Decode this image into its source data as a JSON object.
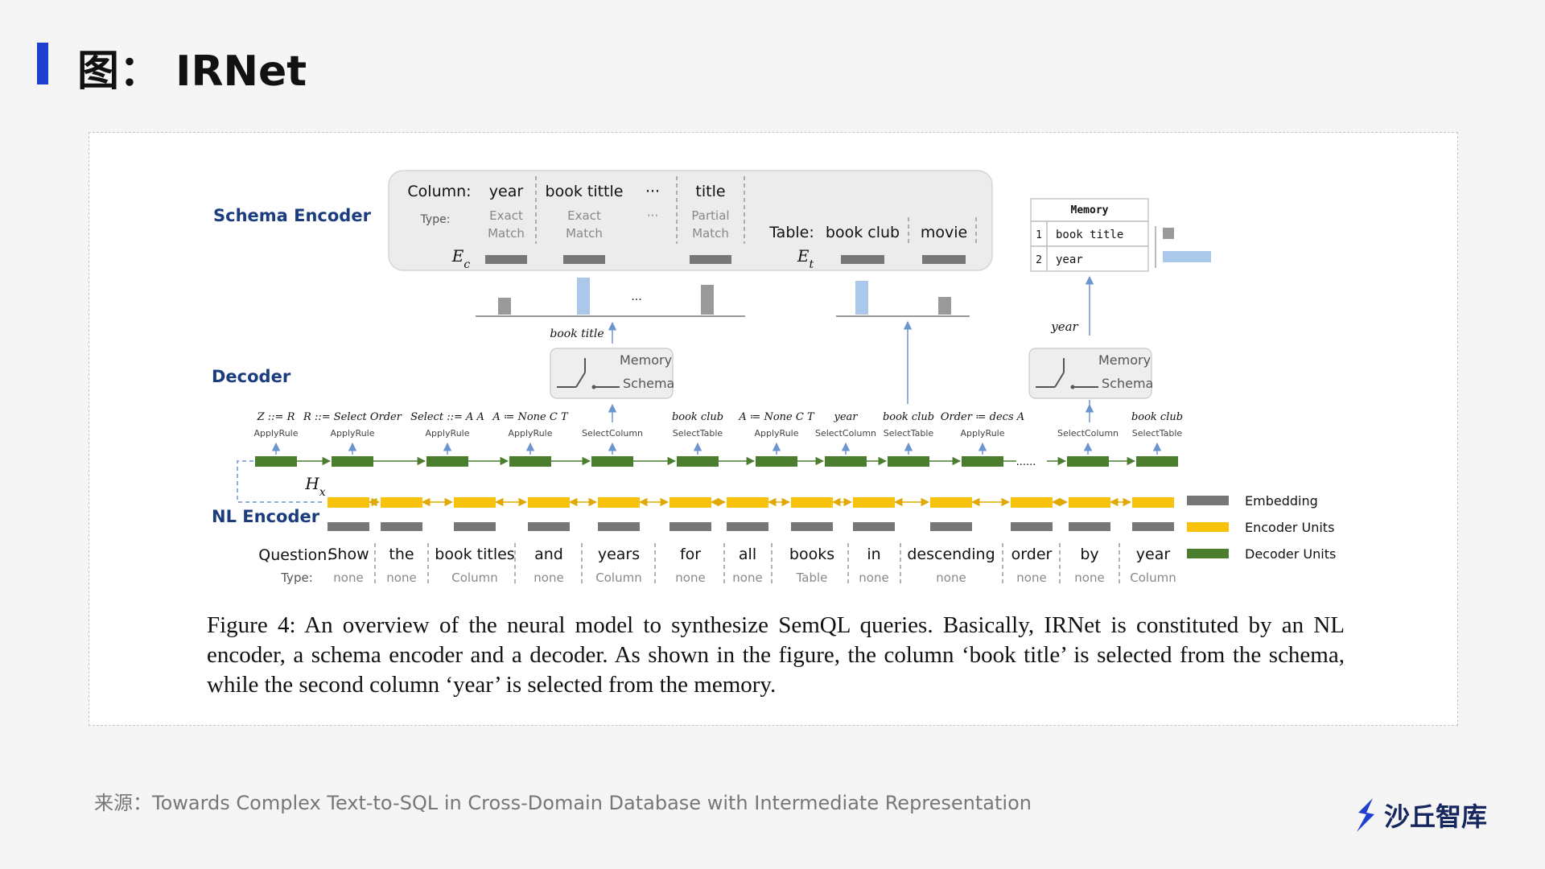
{
  "page": {
    "title": "图： IRNet",
    "source": "来源：Towards Complex Text-to-SQL in Cross-Domain Database with Intermediate Representation",
    "brand": "沙丘智库",
    "accent_color": "#1f3fd1"
  },
  "diagram": {
    "section_labels": {
      "schema": "Schema Encoder",
      "decoder": "Decoder",
      "nl": "NL Encoder"
    },
    "schema": {
      "column_label": "Column:",
      "type_label": "Type:",
      "ec_label": "E_c",
      "et_label": "E_t",
      "columns": [
        {
          "name": "year",
          "type1": "Exact",
          "type2": "Match"
        },
        {
          "name": "book tittle",
          "type1": "Exact",
          "type2": "Match"
        },
        {
          "name": "···",
          "type1": "···",
          "type2": ""
        },
        {
          "name": "title",
          "type1": "Partial",
          "type2": "Match"
        }
      ],
      "table_label": "Table:",
      "tables": [
        "book club",
        "movie"
      ]
    },
    "memory_table": {
      "header": "Memory",
      "rows": [
        {
          "idx": "1",
          "value": "book title"
        },
        {
          "idx": "2",
          "value": "year"
        }
      ]
    },
    "switch": {
      "memory": "Memory",
      "schema": "Schema"
    },
    "selected_labels": {
      "column_from_schema": "book title",
      "column_from_memory": "year",
      "ellipsis": "···"
    },
    "hx_label": "H_x",
    "decoder_steps": [
      {
        "top": "Z ::= R",
        "action": "ApplyRule"
      },
      {
        "top": "R ::= Select Order",
        "action": "ApplyRule"
      },
      {
        "top": "Select ::= A A",
        "action": "ApplyRule"
      },
      {
        "top": "A ≔ None C T",
        "action": "ApplyRule"
      },
      {
        "top": "",
        "action": "SelectColumn"
      },
      {
        "top": "book club",
        "action": "SelectTable"
      },
      {
        "top": "A ≔ None C T",
        "action": "ApplyRule"
      },
      {
        "top": "year",
        "action": "SelectColumn"
      },
      {
        "top": "book club",
        "action": "SelectTable"
      },
      {
        "top": "Order ≔ decs A",
        "action": "ApplyRule"
      },
      {
        "top": "",
        "action": "SelectColumn"
      },
      {
        "top": "book club",
        "action": "SelectTable"
      }
    ],
    "decoder_ellipsis": "......",
    "question_label": "Question:",
    "type_label": "Type:",
    "question": [
      {
        "word": "Show",
        "type": "none"
      },
      {
        "word": "the",
        "type": "none"
      },
      {
        "word": "book titles",
        "type": "Column"
      },
      {
        "word": "and",
        "type": "none"
      },
      {
        "word": "years",
        "type": "Column"
      },
      {
        "word": "for",
        "type": "none"
      },
      {
        "word": "all",
        "type": "none"
      },
      {
        "word": "books",
        "type": "Table"
      },
      {
        "word": "in",
        "type": "none"
      },
      {
        "word": "descending",
        "type": "none"
      },
      {
        "word": "order",
        "type": "none"
      },
      {
        "word": "by",
        "type": "none"
      },
      {
        "word": "year",
        "type": "Column"
      }
    ],
    "legend": [
      {
        "label": "Embedding",
        "color": "#777777"
      },
      {
        "label": "Encoder Units",
        "color": "#f8c20a"
      },
      {
        "label": "Decoder Units",
        "color": "#4a7d2e"
      }
    ],
    "colors": {
      "embedding": "#777777",
      "encoder": "#f8c20a",
      "decoder": "#4a7d2e",
      "attention": "#a9c8ea",
      "arrow": "#6b95cf",
      "section": "#1b3d7d"
    }
  },
  "caption": "Figure 4:   An overview of the neural model to synthesize SemQL queries.  Basically, IRNet is constituted by an NL encoder, a schema encoder and a decoder. As shown in the figure, the column ‘book title’ is selected from the schema, while the second column ‘year’ is selected from the memory."
}
